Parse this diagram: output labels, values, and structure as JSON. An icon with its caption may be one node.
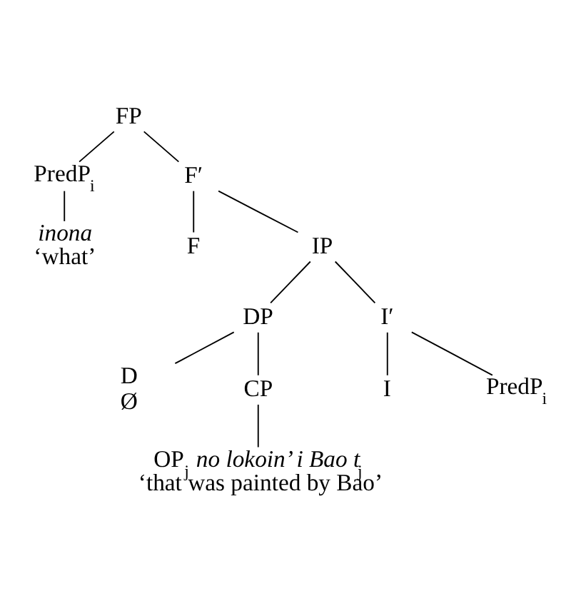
{
  "diagram": {
    "nodes": [
      {
        "text": [
          "FP"
        ]
      },
      {
        "text": [
          "PredP$_{i}$"
        ]
      },
      {
        "text": [
          "F′"
        ]
      },
      {
        "text": [
          "*inona*",
          "‘what’"
        ]
      },
      {
        "text": [
          "F"
        ]
      },
      {
        "text": [
          "IP"
        ]
      },
      {
        "text": [
          "DP"
        ]
      },
      {
        "text": [
          "I′"
        ]
      },
      {
        "text": [
          "D",
          "Ø"
        ]
      },
      {
        "text": [
          "CP"
        ]
      },
      {
        "text": [
          "I"
        ]
      },
      {
        "text": [
          "PredP$_{i}$"
        ]
      },
      {
        "text": [
          "OP$_{j}$ *no lokoin’ i Bao t*$_{j}$",
          "‘that was painted by Bao’"
        ]
      }
    ],
    "edges": [
      {
        "from": 0,
        "to": 1,
        "arrow": "none"
      },
      {
        "from": 0,
        "to": 2,
        "arrow": "none"
      },
      {
        "from": 1,
        "to": 3,
        "arrow": "none"
      },
      {
        "from": 2,
        "to": 4,
        "arrow": "none"
      },
      {
        "from": 2,
        "to": 5,
        "arrow": "none"
      },
      {
        "from": 5,
        "to": 6,
        "arrow": "none"
      },
      {
        "from": 5,
        "to": 7,
        "arrow": "none"
      },
      {
        "from": 6,
        "to": 8,
        "arrow": "none"
      },
      {
        "from": 6,
        "to": 9,
        "arrow": "none"
      },
      {
        "from": 7,
        "to": 10,
        "arrow": "none"
      },
      {
        "from": 7,
        "to": 11,
        "arrow": "none"
      },
      {
        "from": 9,
        "to": 12,
        "arrow": "none"
      }
    ]
  }
}
